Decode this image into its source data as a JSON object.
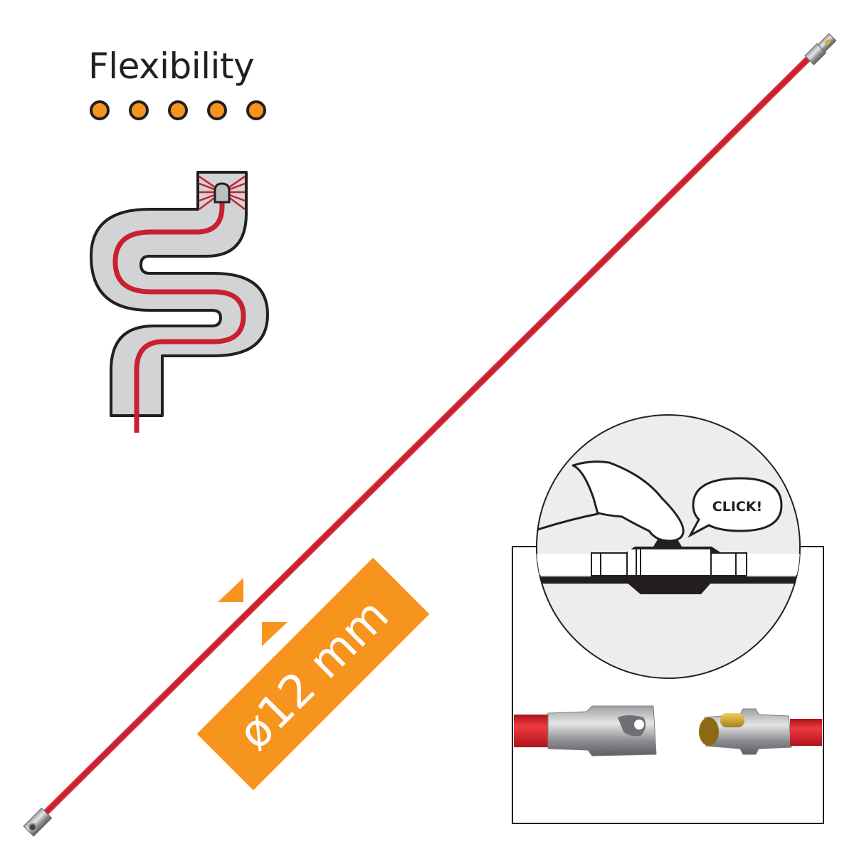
{
  "feature": {
    "title": "Flexibility",
    "rating": 5,
    "rating_max": 5,
    "dot_color": "#f7941d"
  },
  "diameter_badge": {
    "label": "ø12 mm",
    "color": "#f7941d"
  },
  "callout": {
    "speech": "CLICK!"
  },
  "colors": {
    "rod": "#c8202f",
    "accent": "#f7941d",
    "outline": "#231f20",
    "pipe_fill": "#d1d3d4"
  },
  "icons": [
    "flexible-pipe-icon",
    "rod-icon",
    "connector-zoom-icon",
    "hand-press-icon",
    "speech-bubble-icon"
  ]
}
